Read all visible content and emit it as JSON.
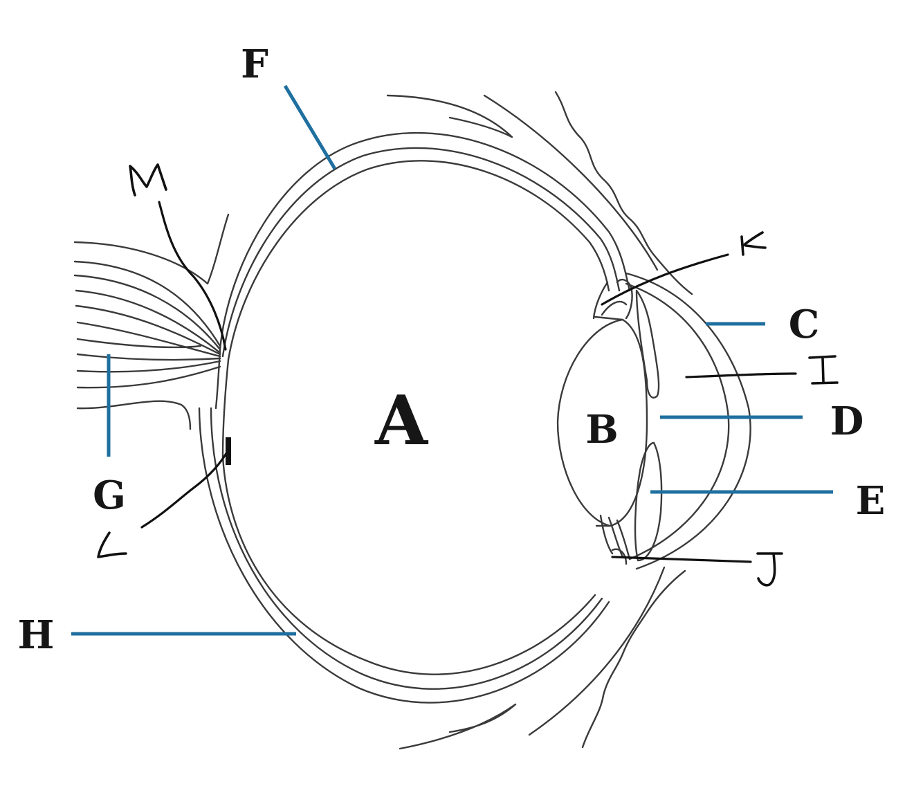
{
  "diagram": {
    "printed_labels": {
      "A": "A",
      "B": "B",
      "C": "C",
      "D": "D",
      "E": "E",
      "F": "F",
      "G": "G",
      "H": "H"
    },
    "handwritten_labels": {
      "I": "I",
      "J": "J",
      "K": "K",
      "L": "L",
      "M": "M"
    },
    "colors": {
      "leader_blue": "#1f6f9f",
      "line_art": "#3a3a3a",
      "ink": "#111111"
    }
  }
}
